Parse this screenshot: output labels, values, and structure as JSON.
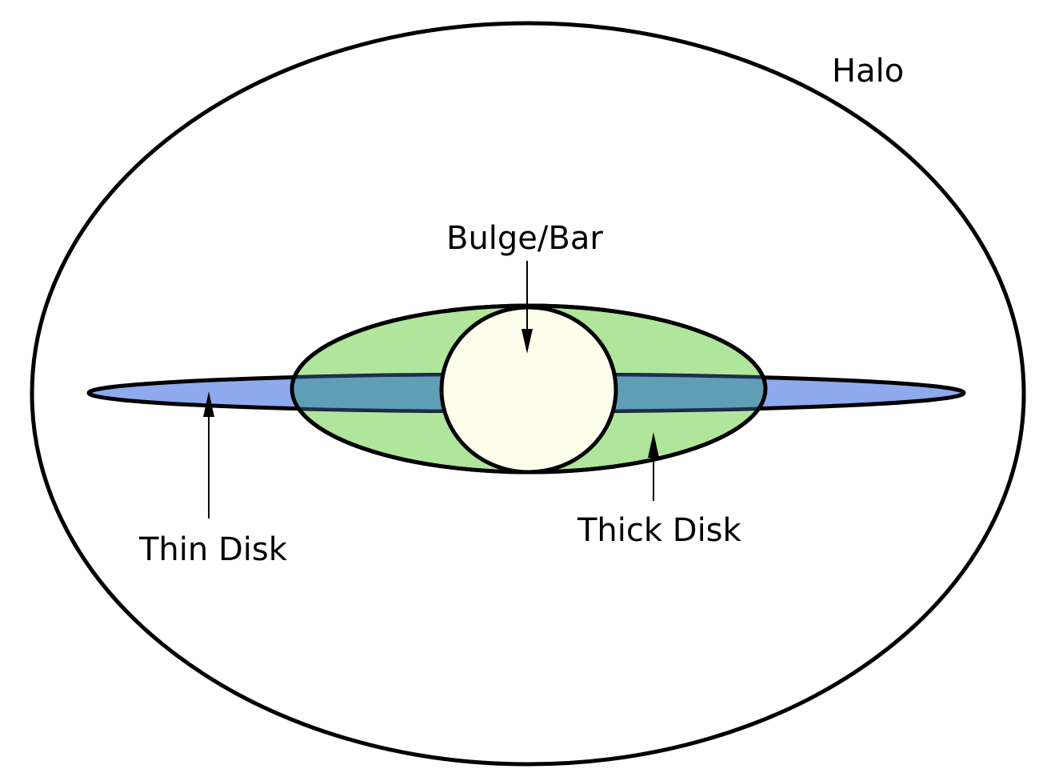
{
  "labels": {
    "halo": "Halo",
    "bulge": "Bulge/Bar",
    "thin_disk": "Thin Disk",
    "thick_disk": "Thick Disk"
  },
  "colors": {
    "halo_fill": "#ffffff",
    "thick_disk_fill": "#b0e59c",
    "thin_disk_fill": "#8fa9ee",
    "overlap_fill": "#5f9fb6",
    "bulge_fill": "#fdfdec",
    "stroke": "#000000"
  }
}
